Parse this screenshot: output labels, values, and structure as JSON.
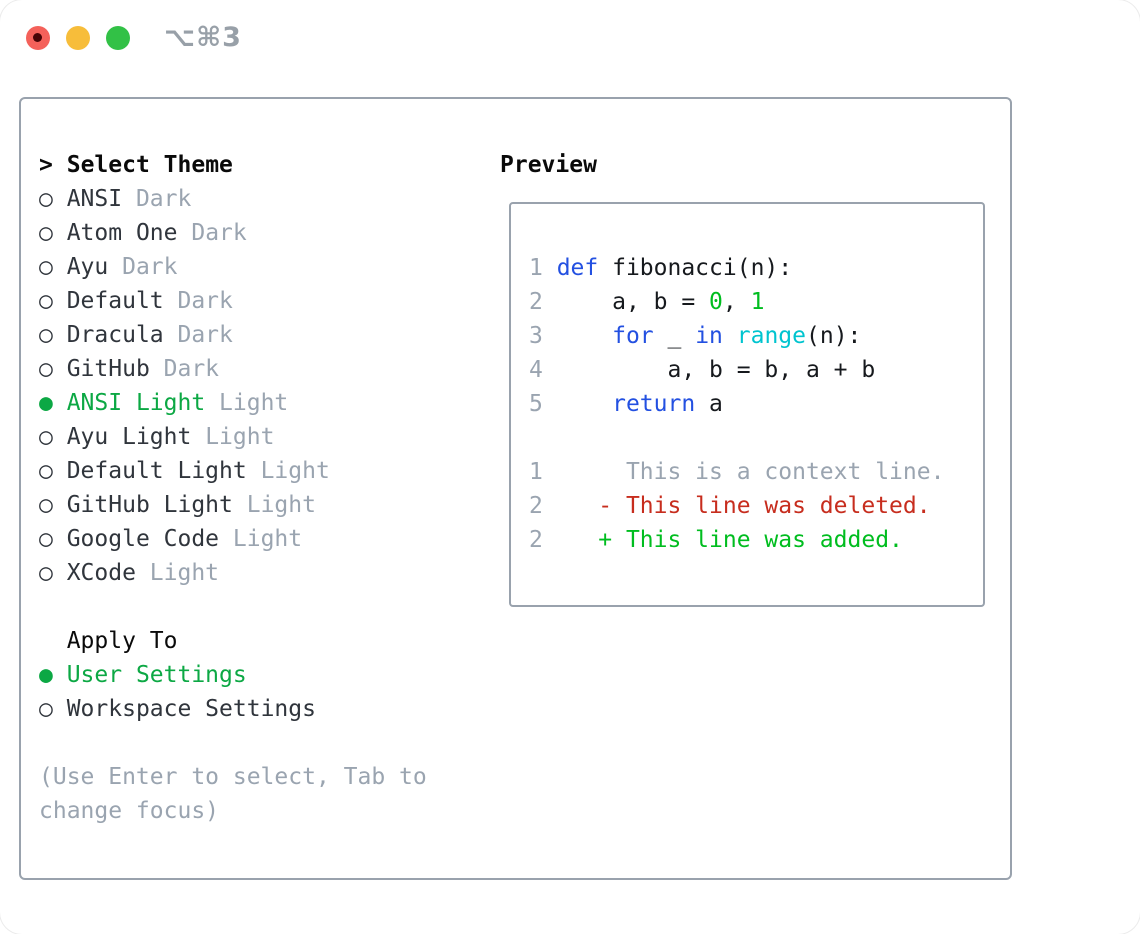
{
  "colors": {
    "heading": "#0a0a0a",
    "text": "#30353c",
    "muted": "#9aa4b0",
    "green": "#0ca844",
    "green_bright": "#00bd1f",
    "red": "#c72d1e",
    "blue": "#2350e1",
    "cyan": "#00c4cf",
    "border": "#99a2ad",
    "code_text": "#16191d",
    "traffic_red": "#f4615a",
    "traffic_red_dot": "#470406",
    "traffic_yellow": "#f7bd3a",
    "traffic_green": "#32c146",
    "shortcut": "#98a0a8"
  },
  "window": {
    "shortcut": "⌥⌘3"
  },
  "theme_panel": {
    "title_prefix": ">",
    "title": "Select Theme",
    "bullet_unselected": "○",
    "bullet_selected": "●",
    "items": [
      {
        "name": "ANSI",
        "variant": "Dark",
        "selected": false
      },
      {
        "name": "Atom One",
        "variant": "Dark",
        "selected": false
      },
      {
        "name": "Ayu",
        "variant": "Dark",
        "selected": false
      },
      {
        "name": "Default",
        "variant": "Dark",
        "selected": false
      },
      {
        "name": "Dracula",
        "variant": "Dark",
        "selected": false
      },
      {
        "name": "GitHub",
        "variant": "Dark",
        "selected": false
      },
      {
        "name": "ANSI Light",
        "variant": "Light",
        "selected": true
      },
      {
        "name": "Ayu Light",
        "variant": "Light",
        "selected": false
      },
      {
        "name": "Default Light",
        "variant": "Light",
        "selected": false
      },
      {
        "name": "GitHub Light",
        "variant": "Light",
        "selected": false
      },
      {
        "name": "Google Code",
        "variant": "Light",
        "selected": false
      },
      {
        "name": "XCode",
        "variant": "Light",
        "selected": false
      }
    ]
  },
  "apply_panel": {
    "title": "Apply To",
    "items": [
      {
        "name": "User Settings",
        "selected": true
      },
      {
        "name": "Workspace Settings",
        "selected": false
      }
    ]
  },
  "help": {
    "line1": "(Use Enter to select, Tab to",
    "line2": "change focus)"
  },
  "preview": {
    "title": "Preview",
    "code_lines": [
      {
        "num": "1",
        "segments": [
          {
            "t": "def",
            "c": "keyword"
          },
          {
            "t": " fibonacci(n):",
            "c": "plain"
          }
        ]
      },
      {
        "num": "2",
        "segments": [
          {
            "t": "    a, b = ",
            "c": "plain"
          },
          {
            "t": "0",
            "c": "number"
          },
          {
            "t": ", ",
            "c": "plain"
          },
          {
            "t": "1",
            "c": "number"
          }
        ]
      },
      {
        "num": "3",
        "segments": [
          {
            "t": "    ",
            "c": "plain"
          },
          {
            "t": "for",
            "c": "keyword"
          },
          {
            "t": " _ ",
            "c": "plain"
          },
          {
            "t": "in",
            "c": "keyword"
          },
          {
            "t": " ",
            "c": "plain"
          },
          {
            "t": "range",
            "c": "builtin"
          },
          {
            "t": "(n):",
            "c": "plain"
          }
        ]
      },
      {
        "num": "4",
        "segments": [
          {
            "t": "        a, b = b, a + b",
            "c": "plain"
          }
        ]
      },
      {
        "num": "5",
        "segments": [
          {
            "t": "    ",
            "c": "plain"
          },
          {
            "t": "return",
            "c": "keyword"
          },
          {
            "t": " a",
            "c": "plain"
          }
        ]
      }
    ],
    "diff_lines": [
      {
        "num": "1",
        "sign": " ",
        "text": "This is a context line.",
        "kind": "context"
      },
      {
        "num": "2",
        "sign": "-",
        "text": "This line was deleted.",
        "kind": "deleted"
      },
      {
        "num": "2",
        "sign": "+",
        "text": "This line was added.",
        "kind": "added"
      }
    ]
  }
}
